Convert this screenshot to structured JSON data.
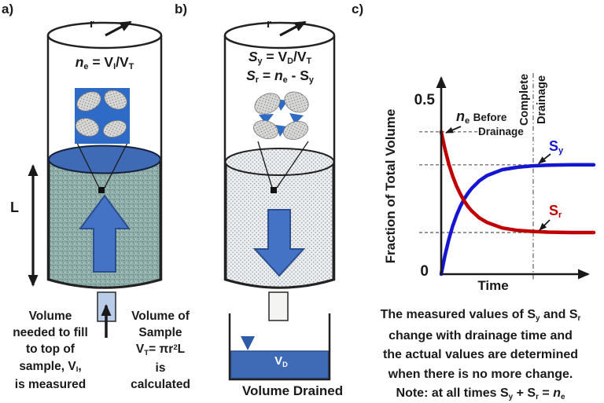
{
  "colors": {
    "accent_blue": "#4472c4",
    "accent_blue_dark": "#2a4e8f",
    "water_blue": "#3f6ab5",
    "inset_blue": "#2e6bc6",
    "curve_blue": "#1515d2",
    "curve_red": "#c00000",
    "sample_teal": "#92b0ac",
    "sample_gray": "#eceef0",
    "text": "#1a1a1a"
  },
  "panel_a": {
    "label": "a)",
    "radius_label": "r",
    "length_label": "L",
    "formula": [
      {
        "t": "n",
        "i": 1
      },
      {
        "t": "e",
        "s": 1
      },
      {
        "t": " = V"
      },
      {
        "t": "I",
        "s": 1
      },
      {
        "t": "/V"
      },
      {
        "t": "T",
        "s": 1
      }
    ],
    "caption_left_lines": [
      [
        {
          "t": "Volume"
        }
      ],
      [
        {
          "t": "needed to fill"
        }
      ],
      [
        {
          "t": "to top of"
        }
      ],
      [
        {
          "t": "sample, V"
        },
        {
          "t": "I",
          "s": 1
        },
        {
          "t": ","
        }
      ],
      [
        {
          "t": "is measured"
        }
      ]
    ],
    "caption_right_lines": [
      [
        {
          "t": "Volume of"
        }
      ],
      [
        {
          "t": "Sample"
        }
      ],
      [
        {
          "t": "V"
        },
        {
          "t": "T",
          "s": 1
        },
        {
          "t": "= πr"
        },
        {
          "t": "2",
          "p": 1
        },
        {
          "t": "L"
        }
      ],
      [
        {
          "t": "is"
        }
      ],
      [
        {
          "t": "calculated"
        }
      ]
    ]
  },
  "panel_b": {
    "label": "b)",
    "radius_label": "r",
    "formula1": [
      {
        "t": "S",
        "i": 1
      },
      {
        "t": "y",
        "s": 1
      },
      {
        "t": " = V"
      },
      {
        "t": "D",
        "s": 1
      },
      {
        "t": "/V"
      },
      {
        "t": "T",
        "s": 1
      }
    ],
    "formula2": [
      {
        "t": "S",
        "i": 1
      },
      {
        "t": "r",
        "s": 1
      },
      {
        "t": " = "
      },
      {
        "t": "n",
        "i": 1
      },
      {
        "t": "e",
        "s": 1
      },
      {
        "t": " - S"
      },
      {
        "t": "y",
        "s": 1
      }
    ],
    "beaker_label": [
      {
        "t": "V"
      },
      {
        "t": "D",
        "s": 1
      }
    ],
    "caption": "Volume Drained"
  },
  "panel_c": {
    "label": "c)",
    "ylabel": "Fraction of Total Volume",
    "xlabel": "Time",
    "ytick_top": "0.5",
    "ytick_zero": "0",
    "vline_label_1": "Complete",
    "vline_label_2": "Drainage",
    "ne_annotation": {
      "symbol": [
        {
          "t": "n",
          "i": 1
        },
        {
          "t": "e",
          "s": 1
        }
      ],
      "word1": "Before",
      "word2": "Drainage"
    },
    "sy_label": [
      {
        "t": "S"
      },
      {
        "t": "y",
        "s": 1
      }
    ],
    "sr_label": [
      {
        "t": "S"
      },
      {
        "t": "r",
        "s": 1
      }
    ],
    "caption_lines": [
      [
        {
          "t": "The measured values of S"
        },
        {
          "t": "y",
          "s": 1
        },
        {
          "t": " and S"
        },
        {
          "t": "r",
          "s": 1
        }
      ],
      [
        {
          "t": "change with drainage time and"
        }
      ],
      [
        {
          "t": "the actual values are determined"
        }
      ],
      [
        {
          "t": "when there is no more change."
        }
      ],
      [
        {
          "t": "Note: at all times S"
        },
        {
          "t": "y",
          "s": 1
        },
        {
          "t": " + S"
        },
        {
          "t": "r",
          "s": 1
        },
        {
          "t": " = "
        },
        {
          "t": "n",
          "i": 1
        },
        {
          "t": "e",
          "s": 1
        }
      ]
    ]
  },
  "chart_data": {
    "type": "line",
    "xlabel": "Time",
    "ylabel": "Fraction of Total Volume",
    "ylim": [
      0,
      0.55
    ],
    "yticks": [
      0,
      0.5
    ],
    "grid": false,
    "legend_position": "labels-on-curves",
    "x": [
      0,
      0.025,
      0.05,
      0.075,
      0.1,
      0.125,
      0.15,
      0.175,
      0.2,
      0.25,
      0.3,
      0.4,
      0.5,
      0.6,
      0.7,
      0.85,
      1.0
    ],
    "series": [
      {
        "name": "Sy",
        "color": "#1515d2",
        "values": [
          0,
          0.055,
          0.1,
          0.138,
          0.169,
          0.195,
          0.216,
          0.233,
          0.247,
          0.269,
          0.284,
          0.301,
          0.308,
          0.312,
          0.314,
          0.315,
          0.315
        ]
      },
      {
        "name": "Sr",
        "color": "#c00000",
        "values": [
          0.41,
          0.359,
          0.317,
          0.283,
          0.254,
          0.231,
          0.211,
          0.195,
          0.182,
          0.162,
          0.149,
          0.133,
          0.126,
          0.123,
          0.121,
          0.12,
          0.12
        ]
      }
    ],
    "annotations": {
      "ne_before_drainage": 0.41,
      "sy_final": 0.315,
      "sr_final": 0.12,
      "complete_drainage_time": 0.603,
      "note": "at all times Sy + Sr = ne"
    }
  }
}
